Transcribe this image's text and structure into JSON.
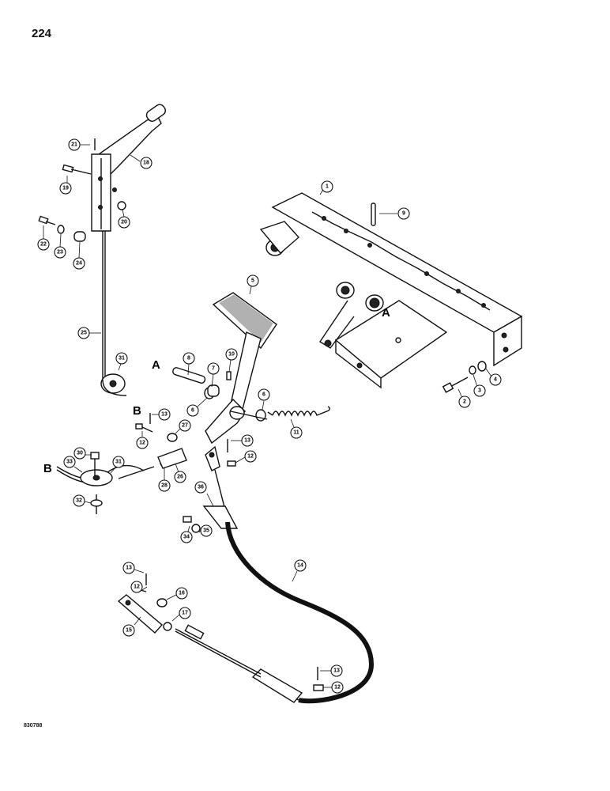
{
  "page": {
    "number": "224",
    "figure_code": "830788"
  },
  "reference_letters": {
    "a": "A",
    "b": "B"
  },
  "callouts": {
    "c1": "1",
    "c2": "2",
    "c3": "3",
    "c4": "4",
    "c5": "5",
    "c6a": "6",
    "c6b": "6",
    "c7": "7",
    "c8": "8",
    "c9": "9",
    "c10": "10",
    "c11": "11",
    "c12a": "12",
    "c12b": "12",
    "c12c": "12",
    "c12d": "12",
    "c13a": "13",
    "c13b": "13",
    "c13c": "13",
    "c13d": "13",
    "c14": "14",
    "c15": "15",
    "c16": "16",
    "c17": "17",
    "c18": "18",
    "c19": "19",
    "c20": "20",
    "c21": "21",
    "c22": "22",
    "c23": "23",
    "c24": "24",
    "c25": "25",
    "c26": "26",
    "c27": "27",
    "c28": "28",
    "c30": "30",
    "c31a": "31",
    "c31b": "31",
    "c32": "32",
    "c33": "33",
    "c34": "34",
    "c35": "35",
    "c36": "36"
  }
}
